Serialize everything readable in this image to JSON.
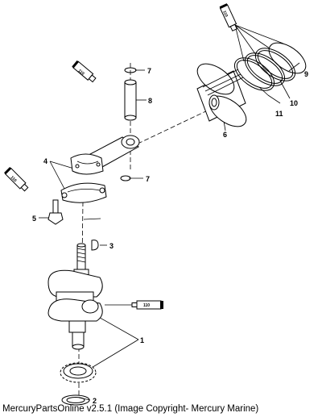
{
  "tube_label": "110",
  "callouts": {
    "c1": "1",
    "c2": "2",
    "c3": "3",
    "c4": "4",
    "c5": "5",
    "c6": "6",
    "c7a": "7",
    "c7b": "7",
    "c8": "8",
    "c9": "9",
    "c10": "10",
    "c11": "11"
  },
  "footer": "MercuryPartsOnline v2.5.1 (Image Copyright- Mercury Marine)"
}
